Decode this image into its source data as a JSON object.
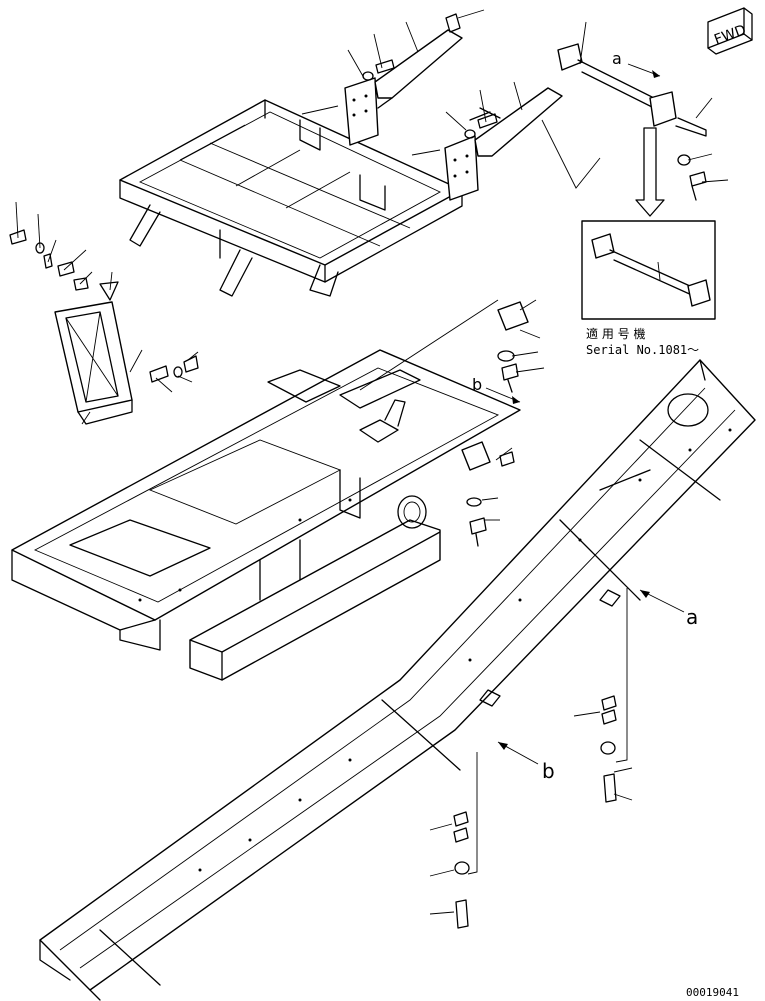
{
  "fwd_label": "FWD",
  "callouts": {
    "a": "a",
    "b": "b"
  },
  "inset": {
    "line1": "適 用 号 機",
    "line2": "Serial No.1081～"
  },
  "drawing_number": "00019041"
}
